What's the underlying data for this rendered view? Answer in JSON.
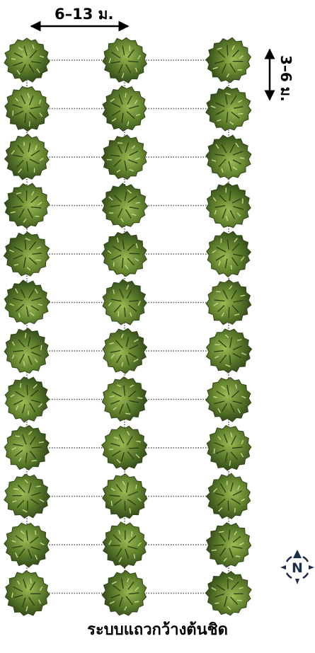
{
  "diagram": {
    "horizontal_spacing_label": "6–13 ม.",
    "vertical_spacing_label": "3–6 ม.",
    "caption": "ระบบแถวกว้างต้นชิด",
    "compass_letter": "N",
    "columns": 3,
    "rows": 12,
    "tree_icon": "tree-canopy-icon",
    "compass_icon": "compass-north-icon",
    "colors": {
      "canopy_dark": "#3f5a1f",
      "canopy_mid": "#5f7f2c",
      "canopy_light": "#8fae4a",
      "dotted_line": "#555555",
      "compass": "#1f2d4d"
    }
  }
}
